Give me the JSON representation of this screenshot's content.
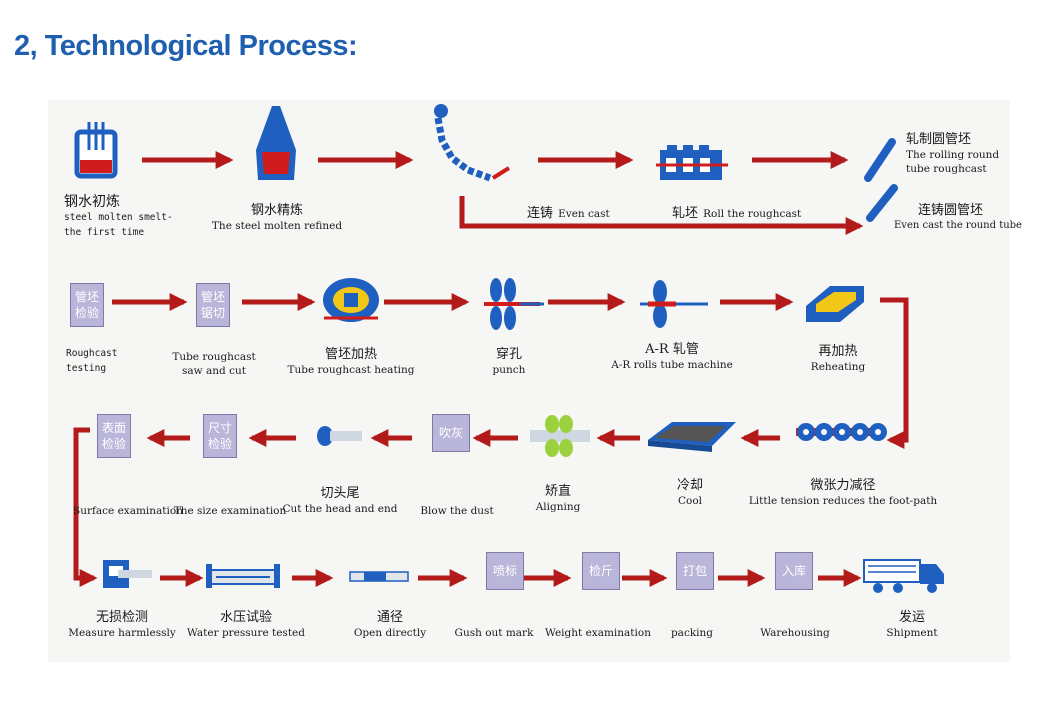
{
  "title": "2, Technological Process:",
  "colors": {
    "arrow": "#b31b1b",
    "equipment": "#1e5fbf",
    "hot": "#d01c1c",
    "box_fill": "#b9b6da",
    "panel": "#f6f6f4"
  },
  "steps": {
    "smelt": {
      "zh": "钢水初炼",
      "en1": "steel molten smelt-",
      "en2": "the first time",
      "icon": "furnace-icon"
    },
    "refine": {
      "zh": "钢水精炼",
      "en": "The steel molten refined",
      "icon": "ladle-icon"
    },
    "even_cast": {
      "zh": "连铸",
      "en": "Even cast",
      "icon": "continuous-caster-icon"
    },
    "roll": {
      "zh": "轧坯",
      "en": "Roll the roughcast",
      "icon": "rolling-mill-icon"
    },
    "rolled_round": {
      "zh": "轧制圆管坯",
      "en1": "The rolling round",
      "en2": "tube roughcast",
      "icon": "round-bar-icon"
    },
    "cast_round": {
      "zh": "连铸圆管坯",
      "en": "Even cast the round tube",
      "icon": "round-bar-icon"
    },
    "roughcast_test": {
      "box": "管坯检验",
      "en1": "Roughcast",
      "en2": "testing"
    },
    "saw_cut": {
      "box": "管坯锯切",
      "en1": "Tube roughcast",
      "en2": "saw and cut"
    },
    "heating": {
      "zh": "管坯加热",
      "en": "Tube roughcast heating",
      "icon": "ring-furnace-icon"
    },
    "punch": {
      "zh": "穿孔",
      "en": "punch",
      "icon": "piercing-mill-icon"
    },
    "ar_rolls": {
      "zh": "A-R 轧管",
      "en": "A-R rolls tube machine",
      "icon": "tube-mill-icon"
    },
    "reheating": {
      "zh": "再加热",
      "en": "Reheating",
      "icon": "reheating-furnace-icon"
    },
    "tension": {
      "zh": "微张力减径",
      "en": "Little tension reduces the foot-path",
      "icon": "reducing-mill-icon"
    },
    "cool": {
      "zh": "冷却",
      "en": "Cool",
      "icon": "cooling-bed-icon"
    },
    "aligning": {
      "zh": "矫直",
      "en": "Aligning",
      "icon": "straightener-icon"
    },
    "blow_dust": {
      "box": "吹灰",
      "en": "Blow the dust"
    },
    "cut_head": {
      "zh": "切头尾",
      "en": "Cut the head and end",
      "icon": "saw-icon"
    },
    "size_exam": {
      "box": "尺寸检验",
      "en": "The size examination"
    },
    "surface_exam": {
      "box": "表面检验",
      "en": "Surface examination"
    },
    "measure": {
      "zh": "无损检测",
      "en": "Measure harmlessly",
      "icon": "ndt-icon"
    },
    "water": {
      "zh": "水压试验",
      "en": "Water pressure tested",
      "icon": "hydro-tester-icon"
    },
    "open": {
      "zh": "通径",
      "en": "Open directly",
      "icon": "drift-gauge-icon"
    },
    "gush": {
      "box": "喷标",
      "en": "Gush out mark"
    },
    "weight": {
      "box": "检斤",
      "en": "Weight examination"
    },
    "packing": {
      "box": "打包",
      "en": "packing"
    },
    "warehousing": {
      "box": "入库",
      "en": "Warehousing"
    },
    "shipment": {
      "zh": "发运",
      "en": "Shipment",
      "icon": "truck-icon"
    }
  }
}
